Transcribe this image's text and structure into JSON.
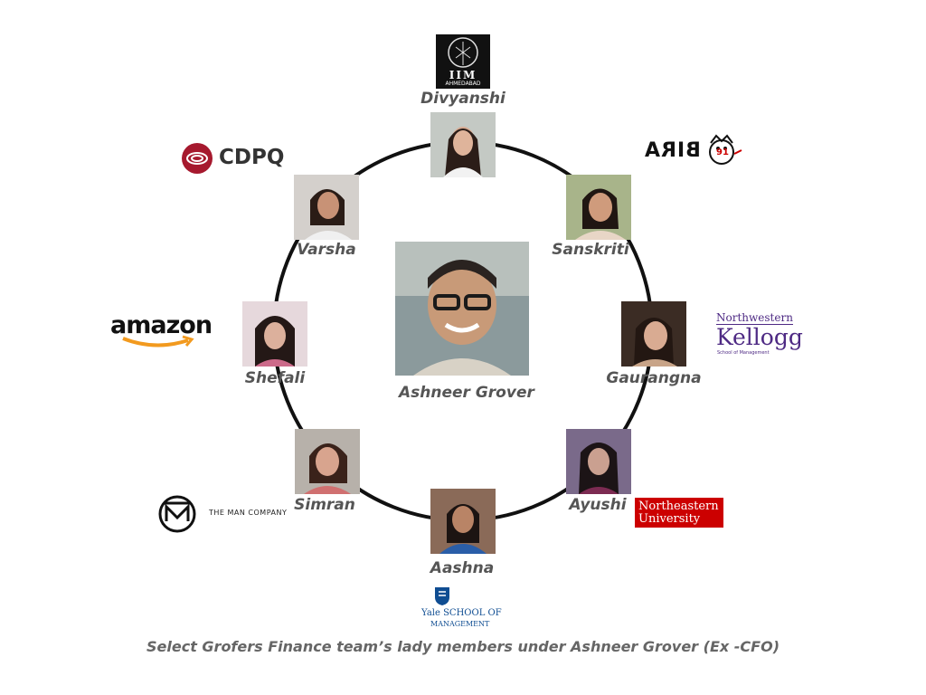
{
  "center": {
    "name": "Ashneer Grover"
  },
  "members": [
    {
      "id": "divyanshi",
      "name": "Divyanshi",
      "logo": "iim-ahmedabad-logo"
    },
    {
      "id": "sanskriti",
      "name": "Sanskriti",
      "logo": "bira91-logo"
    },
    {
      "id": "gaurangna",
      "name": "Gaurangna",
      "logo": "kellogg-logo"
    },
    {
      "id": "ayushi",
      "name": "Ayushi",
      "logo": "northeastern-logo"
    },
    {
      "id": "aashna",
      "name": "Aashna",
      "logo": "yale-som-logo"
    },
    {
      "id": "simran",
      "name": "Simran",
      "logo": "the-man-company-logo"
    },
    {
      "id": "shefali",
      "name": "Shefali",
      "logo": "amazon-logo"
    },
    {
      "id": "varsha",
      "name": "Varsha",
      "logo": "cdpq-logo"
    }
  ],
  "logos": {
    "iim_line1": "IIM",
    "iim_line2": "AHMEDABAD",
    "bira": "BIRA",
    "bira_num": "91",
    "cdpq": "CDPQ",
    "amazon": "amazon",
    "kellogg_top": "Northwestern",
    "kellogg_main": "Kellogg",
    "kellogg_sub": "School of Management",
    "neu_line1": "Northeastern",
    "neu_line2": "University",
    "yale_line1": "Yale SCHOOL OF",
    "yale_line2": "MANAGEMENT",
    "manco": "THE MAN COMPANY"
  },
  "caption": "Select Grofers Finance team’s lady members under Ashneer Grover (Ex -CFO)",
  "colors": {
    "ring": "#111111",
    "name": "#555555",
    "cdpq": "#a6192e",
    "amazon_smile": "#f29a1f",
    "kellogg": "#4e2a84",
    "northeastern": "#cc0000",
    "yale": "#0f4d92"
  }
}
